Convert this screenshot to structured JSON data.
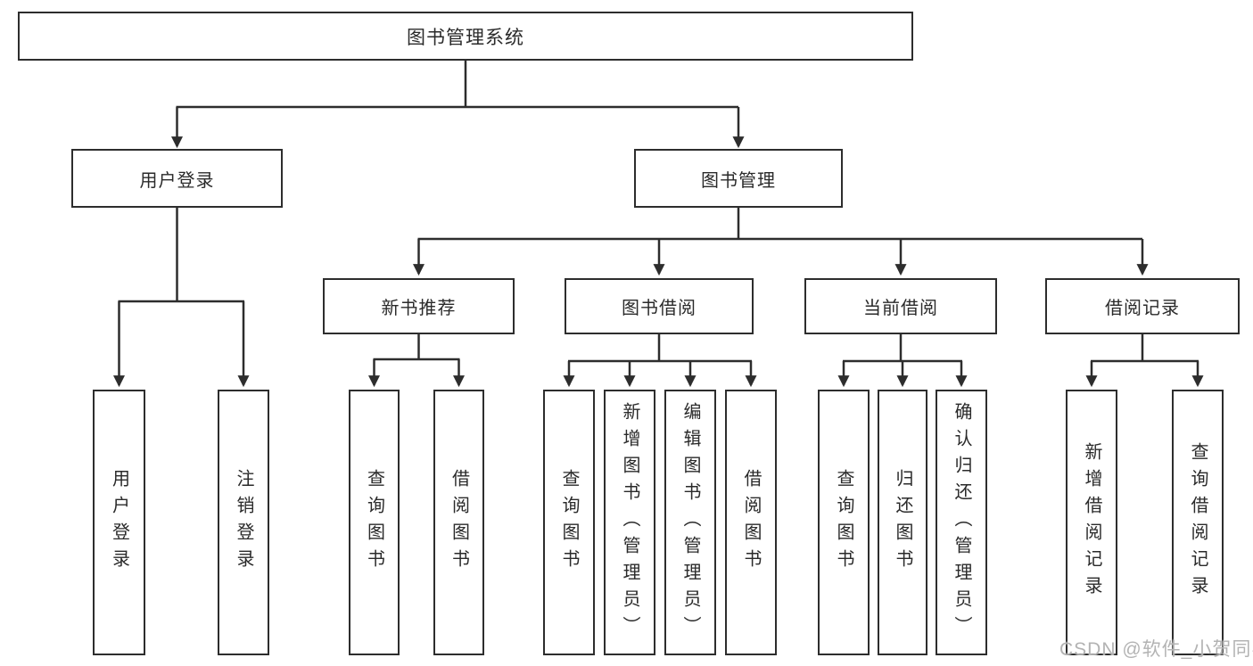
{
  "tree": {
    "root": {
      "label": "图书管理系统"
    },
    "level2": [
      {
        "label": "用户登录",
        "leaves": [
          "用户登录",
          "注销登录"
        ]
      },
      {
        "label": "图书管理"
      }
    ],
    "level3": [
      {
        "label": "新书推荐",
        "leaves": [
          "查询图书",
          "借阅图书"
        ]
      },
      {
        "label": "图书借阅",
        "leaves": [
          "查询图书",
          "新增图书（管理员）",
          "编辑图书（管理员）",
          "借阅图书"
        ]
      },
      {
        "label": "当前借阅",
        "leaves": [
          "查询图书",
          "归还图书",
          "确认归还（管理员）"
        ]
      },
      {
        "label": "借阅记录",
        "leaves": [
          "新增借阅记录",
          "查询借阅记录"
        ]
      }
    ]
  },
  "watermark": "CSDN @软件_小贺同学",
  "colors": {
    "line": "#2d2d2d",
    "box_border": "#2d2d2d",
    "text": "#2a2a2a",
    "background": "#ffffff",
    "watermark": "#b3b3b3"
  }
}
